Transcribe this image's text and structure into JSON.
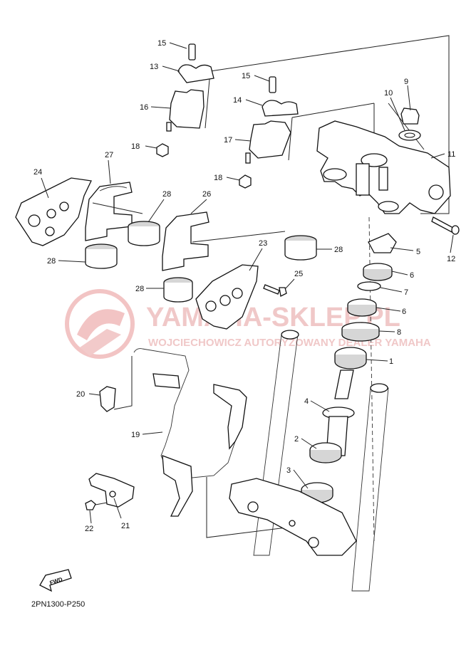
{
  "diagram_code": "2PN1300-P250",
  "fwd_label": "FWD",
  "watermark": {
    "title": "YAMAHA-SKLEP.PL",
    "subtitle": "WOJCIECHOWICZ AUTORYZOWANY DEALER YAMAHA"
  },
  "callouts": [
    {
      "id": "c1",
      "label": "1"
    },
    {
      "id": "c2",
      "label": "2"
    },
    {
      "id": "c3",
      "label": "3"
    },
    {
      "id": "c4",
      "label": "4"
    },
    {
      "id": "c5",
      "label": "5"
    },
    {
      "id": "c6a",
      "label": "6"
    },
    {
      "id": "c6b",
      "label": "6"
    },
    {
      "id": "c7",
      "label": "7"
    },
    {
      "id": "c8",
      "label": "8"
    },
    {
      "id": "c9",
      "label": "9"
    },
    {
      "id": "c10",
      "label": "10"
    },
    {
      "id": "c11",
      "label": "11"
    },
    {
      "id": "c12",
      "label": "12"
    },
    {
      "id": "c13",
      "label": "13"
    },
    {
      "id": "c14",
      "label": "14"
    },
    {
      "id": "c15a",
      "label": "15"
    },
    {
      "id": "c15b",
      "label": "15"
    },
    {
      "id": "c16",
      "label": "16"
    },
    {
      "id": "c17",
      "label": "17"
    },
    {
      "id": "c18a",
      "label": "18"
    },
    {
      "id": "c18b",
      "label": "18"
    },
    {
      "id": "c19",
      "label": "19"
    },
    {
      "id": "c20",
      "label": "20"
    },
    {
      "id": "c21",
      "label": "21"
    },
    {
      "id": "c22",
      "label": "22"
    },
    {
      "id": "c23",
      "label": "23"
    },
    {
      "id": "c24",
      "label": "24"
    },
    {
      "id": "c25",
      "label": "25"
    },
    {
      "id": "c26",
      "label": "26"
    },
    {
      "id": "c27",
      "label": "27"
    },
    {
      "id": "c28a",
      "label": "28"
    },
    {
      "id": "c28b",
      "label": "28"
    },
    {
      "id": "c28c",
      "label": "28"
    },
    {
      "id": "c28d",
      "label": "28"
    }
  ]
}
